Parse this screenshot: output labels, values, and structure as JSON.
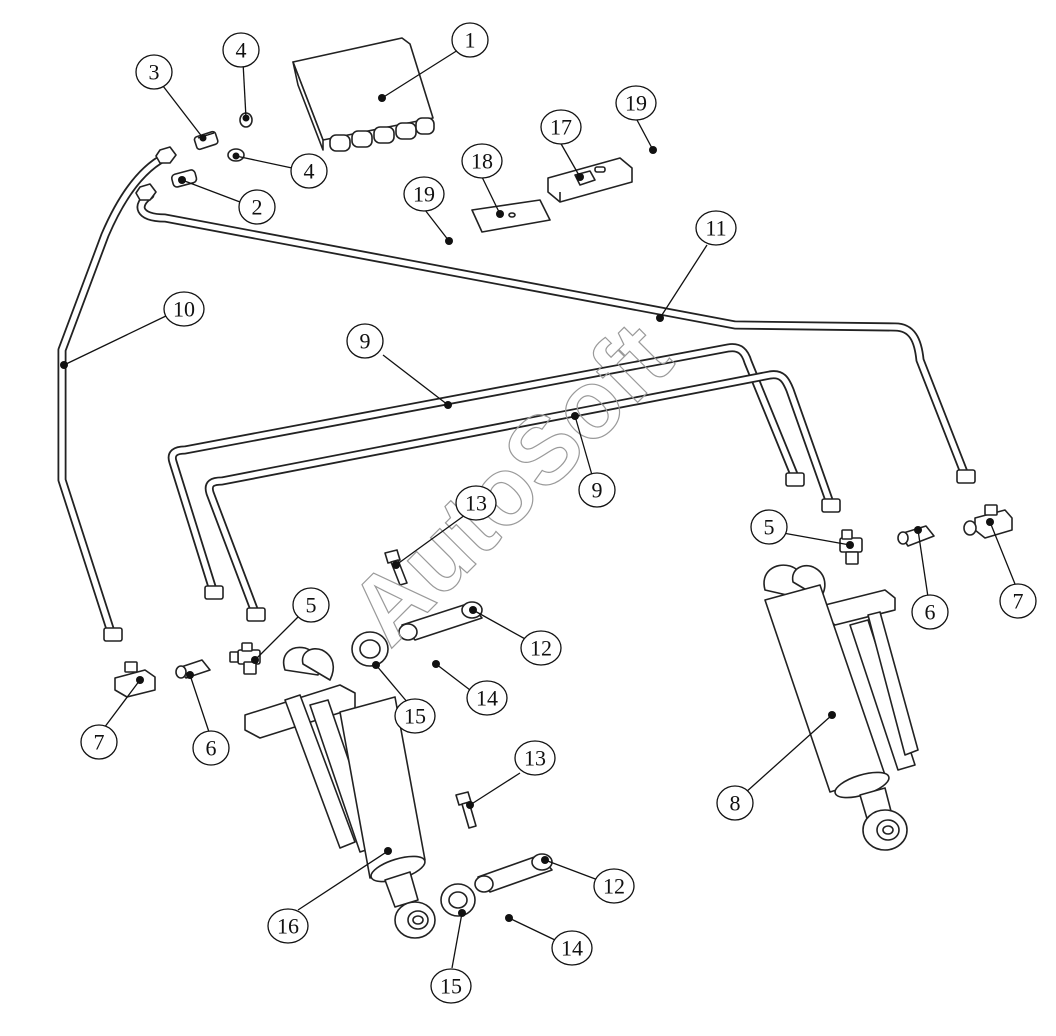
{
  "watermark": "AutoSoft",
  "callouts": [
    {
      "key": "c1",
      "label": "1"
    },
    {
      "key": "c2",
      "label": "2"
    },
    {
      "key": "c3",
      "label": "3"
    },
    {
      "key": "c4a",
      "label": "4"
    },
    {
      "key": "c4b",
      "label": "4"
    },
    {
      "key": "c5a",
      "label": "5"
    },
    {
      "key": "c5b",
      "label": "5"
    },
    {
      "key": "c6a",
      "label": "6"
    },
    {
      "key": "c6b",
      "label": "6"
    },
    {
      "key": "c7a",
      "label": "7"
    },
    {
      "key": "c7b",
      "label": "7"
    },
    {
      "key": "c8",
      "label": "8"
    },
    {
      "key": "c9a",
      "label": "9"
    },
    {
      "key": "c9b",
      "label": "9"
    },
    {
      "key": "c10",
      "label": "10"
    },
    {
      "key": "c11",
      "label": "11"
    },
    {
      "key": "c12a",
      "label": "12"
    },
    {
      "key": "c12b",
      "label": "12"
    },
    {
      "key": "c13a",
      "label": "13"
    },
    {
      "key": "c13b",
      "label": "13"
    },
    {
      "key": "c14a",
      "label": "14"
    },
    {
      "key": "c14b",
      "label": "14"
    },
    {
      "key": "c15a",
      "label": "15"
    },
    {
      "key": "c15b",
      "label": "15"
    },
    {
      "key": "c16",
      "label": "16"
    },
    {
      "key": "c17",
      "label": "17"
    },
    {
      "key": "c18",
      "label": "18"
    },
    {
      "key": "c19a",
      "label": "19"
    },
    {
      "key": "c19b",
      "label": "19"
    }
  ]
}
